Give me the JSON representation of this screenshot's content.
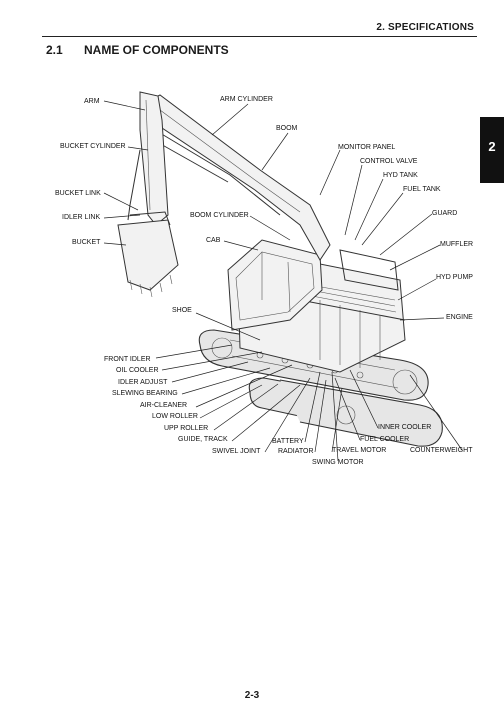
{
  "header": {
    "chapter": "2. SPECIFICATIONS"
  },
  "section": {
    "number": "2.1",
    "title": "NAME OF COMPONENTS"
  },
  "side_tab": "2",
  "page_number": "2-3",
  "labels": {
    "arm": "ARM",
    "arm_cylinder": "ARM CYLINDER",
    "boom": "BOOM",
    "bucket_cylinder": "BUCKET CYLINDER",
    "monitor_panel": "MONITOR PANEL",
    "control_valve": "CONTROL VALVE",
    "hyd_tank": "HYD TANK",
    "fuel_tank": "FUEL TANK",
    "bucket_link": "BUCKET LINK",
    "guard": "GUARD",
    "idler_link": "IDLER LINK",
    "boom_cylinder": "BOOM CYLINDER",
    "bucket": "BUCKET",
    "cab": "CAB",
    "muffler": "MUFFLER",
    "hyd_pump": "HYD PUMP",
    "shoe": "SHOE",
    "engine": "ENGINE",
    "front_idler": "FRONT IDLER",
    "oil_cooler": "OIL COOLER",
    "idler_adjust": "IDLER ADJUST",
    "slewing_bearing": "SLEWING BEARING",
    "air_cleaner": "AIR-CLEANER",
    "low_roller": "LOW ROLLER",
    "upp_roller": "UPP ROLLER",
    "inner_cooler": "INNER COOLER",
    "guide_track": "GUIDE, TRACK",
    "battery": "BATTERY",
    "fuel_cooler": "FUEL COOLER",
    "swivel_joint": "SWIVEL JOINT",
    "radiator": "RADIATOR",
    "travel_motor": "TRAVEL MOTOR",
    "counterweight": "COUNTERWEIGHT",
    "swing_motor": "SWING MOTOR"
  }
}
